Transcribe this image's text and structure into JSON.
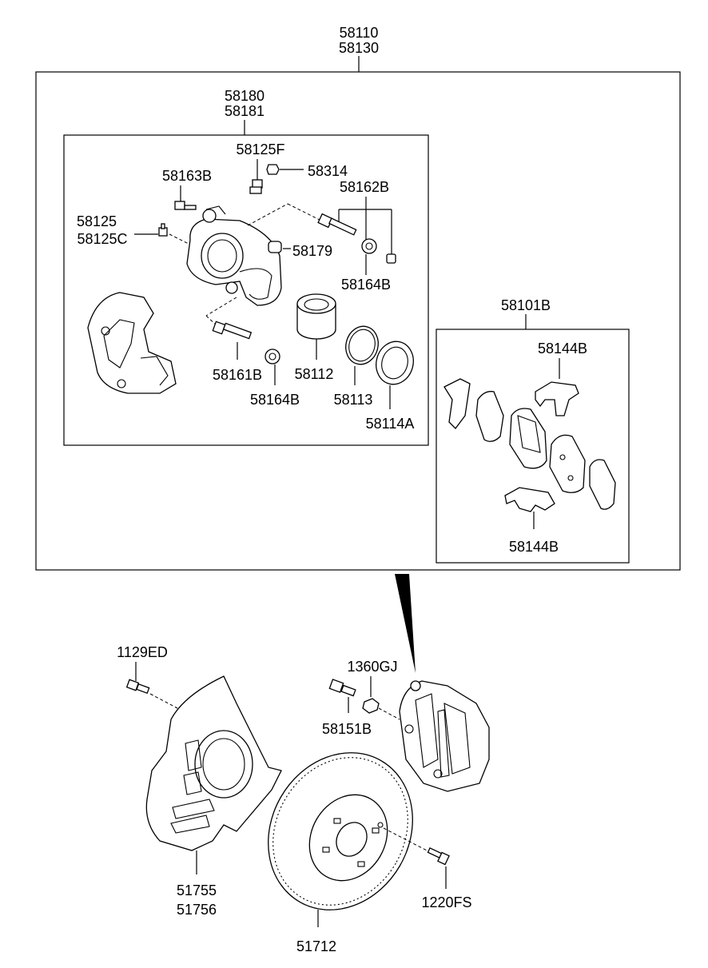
{
  "diagram": {
    "assembly_labels": {
      "caliper_assembly_1": "58110",
      "caliper_assembly_2": "58130",
      "caliper_housing_1": "58180",
      "caliper_housing_2": "58181",
      "pad_kit": "58101B"
    },
    "part_labels": {
      "bleeder_screw": "58125F",
      "bleeder_cap": "58314",
      "guide_bolt_upper": "58163B",
      "guide_pin_kit": "58162B",
      "plug_1": "58125",
      "plug_2": "58125C",
      "bushing": "58179",
      "boot_upper": "58164B",
      "guide_pin_lower": "58161B",
      "boot_lower": "58164B",
      "piston": "58112",
      "piston_seal": "58113",
      "piston_boot": "58114A",
      "pad_shim_upper": "58144B",
      "pad_shim_lower": "58144B",
      "dust_cover_bolt": "1129ED",
      "washer": "1360GJ",
      "caliper_bolt": "58151B",
      "dust_cover_1": "51755",
      "dust_cover_2": "51756",
      "disc": "51712",
      "disc_screw": "1220FS"
    }
  }
}
